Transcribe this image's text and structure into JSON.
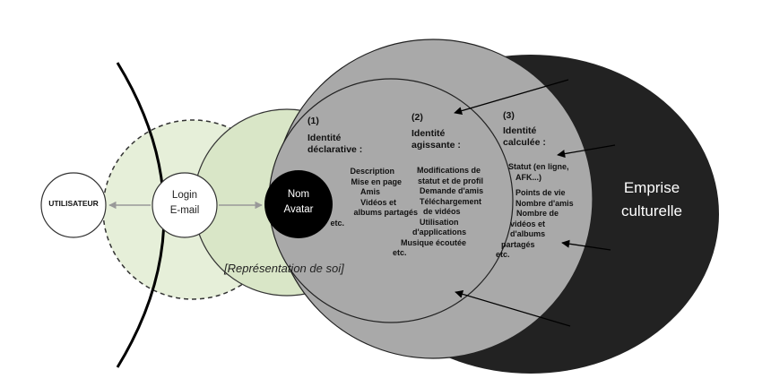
{
  "nodes": {
    "user": "UTILISATEUR",
    "login": [
      "Login",
      "E-mail"
    ],
    "avatar": [
      "Nom",
      "Avatar"
    ],
    "self_representation": "[Représentation de soi]",
    "cultural": [
      "Emprise",
      "culturelle"
    ]
  },
  "identities": [
    {
      "number": "(1)",
      "title": [
        "Identité",
        "déclarative :"
      ],
      "items": [
        "Description",
        "Mise en page",
        "Amis",
        "Vidéos et",
        "albums partagés",
        "etc."
      ]
    },
    {
      "number": "(2)",
      "title": [
        "Identité",
        "agissante :"
      ],
      "items": [
        "Modifications de",
        "statut et de profil",
        "Demande d'amis",
        "Téléchargement",
        "de vidéos",
        "Utilisation",
        "d'applications",
        "Musique écoutée",
        "etc."
      ]
    },
    {
      "number": "(3)",
      "title": [
        "Identité",
        "calculée :"
      ],
      "items": [
        "Statut (en ligne,",
        "AFK...)",
        "Points de vie",
        "Nombre d'amis",
        "Nombre de",
        "vidéos et",
        "d'albums",
        "partagés",
        "etc."
      ]
    }
  ],
  "colors": {
    "outer": "#222222",
    "identity_circle": "#a9a9a9",
    "green": "#d9e6c7",
    "green_light": "#e6efd9",
    "avatar": "#000000"
  }
}
